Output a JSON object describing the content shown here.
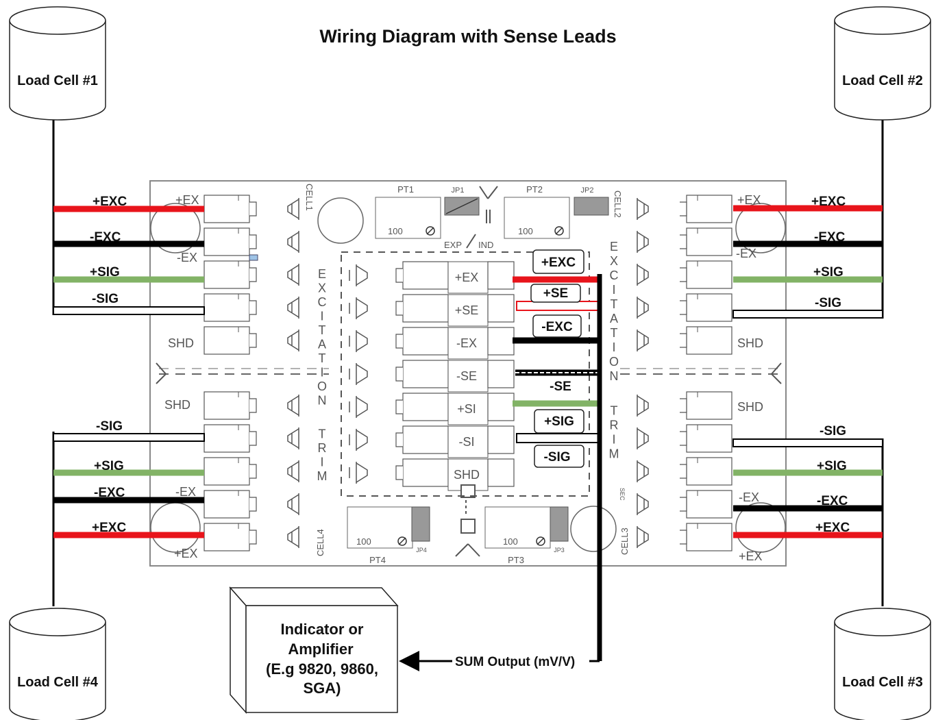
{
  "title": "Wiring Diagram with Sense Leads",
  "load_cells": [
    {
      "id": "lc1",
      "label": "Load Cell #1"
    },
    {
      "id": "lc2",
      "label": "Load Cell #2"
    },
    {
      "id": "lc3",
      "label": "Load Cell #3"
    },
    {
      "id": "lc4",
      "label": "Load Cell #4"
    }
  ],
  "wire_labels": {
    "plus_exc": "+EXC",
    "minus_exc": "-EXC",
    "plus_sig": "+SIG",
    "minus_sig": "-SIG",
    "plus_se": "+SE",
    "minus_se": "-SE"
  },
  "wire_colors": {
    "plus_exc": "#e8141b",
    "minus_exc": "#000000",
    "plus_sig": "#82b366",
    "minus_sig": "#ffffff"
  },
  "board": {
    "cell_labels": [
      "CELL1",
      "CELL2",
      "CELL3",
      "CELL4"
    ],
    "pot_labels": [
      "PT1",
      "PT2",
      "PT3",
      "PT4"
    ],
    "jumper_labels": [
      "JP1",
      "JP2",
      "JP3",
      "JP4"
    ],
    "pot_value": "100",
    "exp_label": "EXP",
    "ind_label": "IND",
    "trim_text": "EXCITATION TRIM",
    "shd_label": "SHD",
    "pin_labels": [
      "+EX",
      "-EX",
      "+SI",
      "-SI",
      "SHD"
    ],
    "center_pins": [
      "+EX",
      "+SE",
      "-EX",
      "-SE",
      "+SI",
      "-SI",
      "SHD"
    ],
    "sec_label": "SEC"
  },
  "indicator": {
    "lines": [
      "Indicator or",
      "Amplifier",
      "(E.g 9820, 9860,",
      "SGA)"
    ]
  },
  "sum_output": "SUM Output (mV/V)"
}
